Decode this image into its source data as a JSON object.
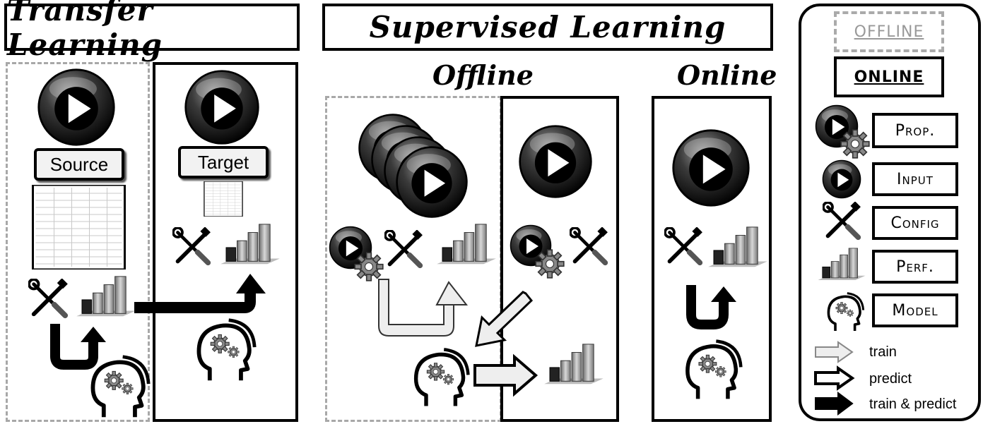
{
  "titles": {
    "transfer": "Transfer Learning",
    "supervised": "Supervised Learning",
    "offline": "Offline",
    "online": "Online"
  },
  "labels": {
    "source": "Source",
    "target": "Target"
  },
  "legend": {
    "offline": "OFFLINE",
    "online": "ONLINE",
    "prop": "Prop.",
    "input": "Input",
    "config": "Config",
    "perf": "Perf.",
    "model": "Model",
    "train": "train",
    "predict": "predict",
    "train_predict": "train & predict"
  }
}
